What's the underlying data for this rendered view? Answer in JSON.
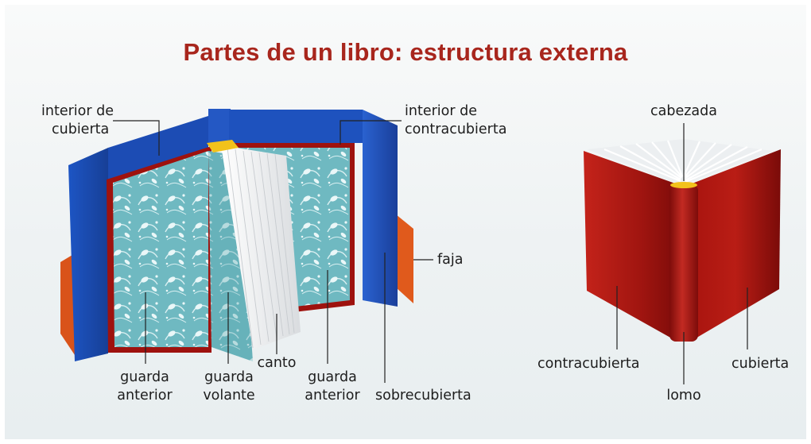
{
  "title": "Partes de un libro: estructura externa",
  "labels": {
    "interior_cubierta": [
      "interior de",
      "cubierta"
    ],
    "interior_contracubierta": [
      "interior de",
      "contracubierta"
    ],
    "faja": "faja",
    "guarda_anterior_left": [
      "guarda",
      "anterior"
    ],
    "guarda_volante": [
      "guarda",
      "volante"
    ],
    "canto": "canto",
    "guarda_anterior_right": [
      "guarda",
      "anterior"
    ],
    "sobrecubierta": "sobrecubierta",
    "cabezada": "cabezada",
    "contracubierta": "contracubierta",
    "cubierta": "cubierta",
    "lomo": "lomo"
  },
  "colors": {
    "title": "#a8261d",
    "jacket_blue": "#1f4fb0",
    "band_orange": "#e05a1c",
    "cover_red": "#a3130f",
    "endpaper_teal": "#6bb8c0",
    "headband_yellow": "#f2c21b"
  }
}
